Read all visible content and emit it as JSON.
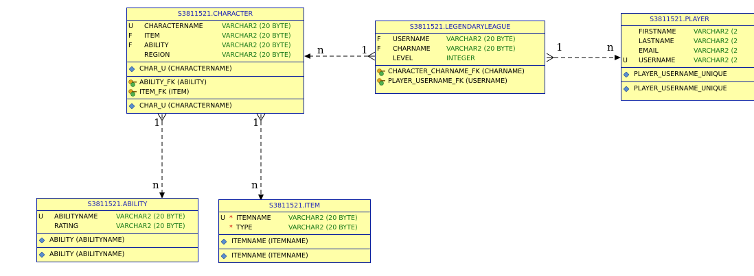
{
  "tables": {
    "character": {
      "title": "S3811521.CHARACTER",
      "columns": [
        {
          "flag": "U",
          "name": "CHARACTERNAME",
          "type": "VARCHAR2 (20 BYTE)"
        },
        {
          "flag": "F",
          "name": "ITEM",
          "type": "VARCHAR2 (20 BYTE)"
        },
        {
          "flag": "F",
          "name": "ABILITY",
          "type": "VARCHAR2 (20 BYTE)"
        },
        {
          "flag": "",
          "name": "REGION",
          "type": "VARCHAR2 (20 BYTE)"
        }
      ],
      "unique_keys": [
        "CHAR_U (CHARACTERNAME)"
      ],
      "foreign_keys": [
        "ABILITY_FK (ABILITY)",
        "ITEM_FK (ITEM)"
      ],
      "indexes": [
        "CHAR_U (CHARACTERNAME)"
      ]
    },
    "legendaryleague": {
      "title": "S3811521.LEGENDARYLEAGUE",
      "columns": [
        {
          "flag": "F",
          "name": "USERNAME",
          "type": "VARCHAR2 (20 BYTE)"
        },
        {
          "flag": "F",
          "name": "CHARNAME",
          "type": "VARCHAR2 (20 BYTE)"
        },
        {
          "flag": "",
          "name": "LEVEL",
          "type": "INTEGER"
        }
      ],
      "foreign_keys": [
        "CHARACTER_CHARNAME_FK (CHARNAME)",
        "PLAYER_USERNAME_FK (USERNAME)"
      ]
    },
    "player": {
      "title": "S3811521.PLAYER",
      "columns": [
        {
          "flag": "",
          "name": "FIRSTNAME",
          "type": "VARCHAR2 (2"
        },
        {
          "flag": "",
          "name": "LASTNAME",
          "type": "VARCHAR2 (2"
        },
        {
          "flag": "",
          "name": "EMAIL",
          "type": "VARCHAR2 (2"
        },
        {
          "flag": "U",
          "name": "USERNAME",
          "type": "VARCHAR2 (2"
        }
      ],
      "unique_keys": [
        "PLAYER_USERNAME_UNIQUE"
      ],
      "indexes": [
        "PLAYER_USERNAME_UNIQUE"
      ]
    },
    "ability": {
      "title": "S3811521.ABILITY",
      "columns": [
        {
          "flag": "U",
          "name": "ABILITYNAME",
          "type": "VARCHAR2 (20 BYTE)"
        },
        {
          "flag": "",
          "name": "RATING",
          "type": "VARCHAR2 (20 BYTE)"
        }
      ],
      "unique_keys": [
        "ABILITY (ABILITYNAME)"
      ],
      "indexes": [
        "ABILITY (ABILITYNAME)"
      ]
    },
    "item": {
      "title": "S3811521.ITEM",
      "columns": [
        {
          "flag": "U",
          "star": "*",
          "name": "ITEMNAME",
          "type": "VARCHAR2 (20 BYTE)"
        },
        {
          "flag": "",
          "star": "*",
          "name": "TYPE",
          "type": "VARCHAR2 (20 BYTE)"
        }
      ],
      "unique_keys": [
        "ITEMNAME (ITEMNAME)"
      ],
      "indexes": [
        "ITEMNAME (ITEMNAME)"
      ]
    }
  },
  "relationships": {
    "league_character": {
      "one": "1",
      "many": "n"
    },
    "league_player": {
      "one": "1",
      "many": "n"
    },
    "character_ability": {
      "one": "1",
      "many": "n"
    },
    "character_item": {
      "one": "1",
      "many": "n"
    }
  },
  "colors": {
    "table_fill": "#ffffa8",
    "table_border": "#0a1f9e",
    "title_text": "#1a1fb8",
    "type_text": "#1a7a1a",
    "mandatory_star": "#d00000"
  }
}
